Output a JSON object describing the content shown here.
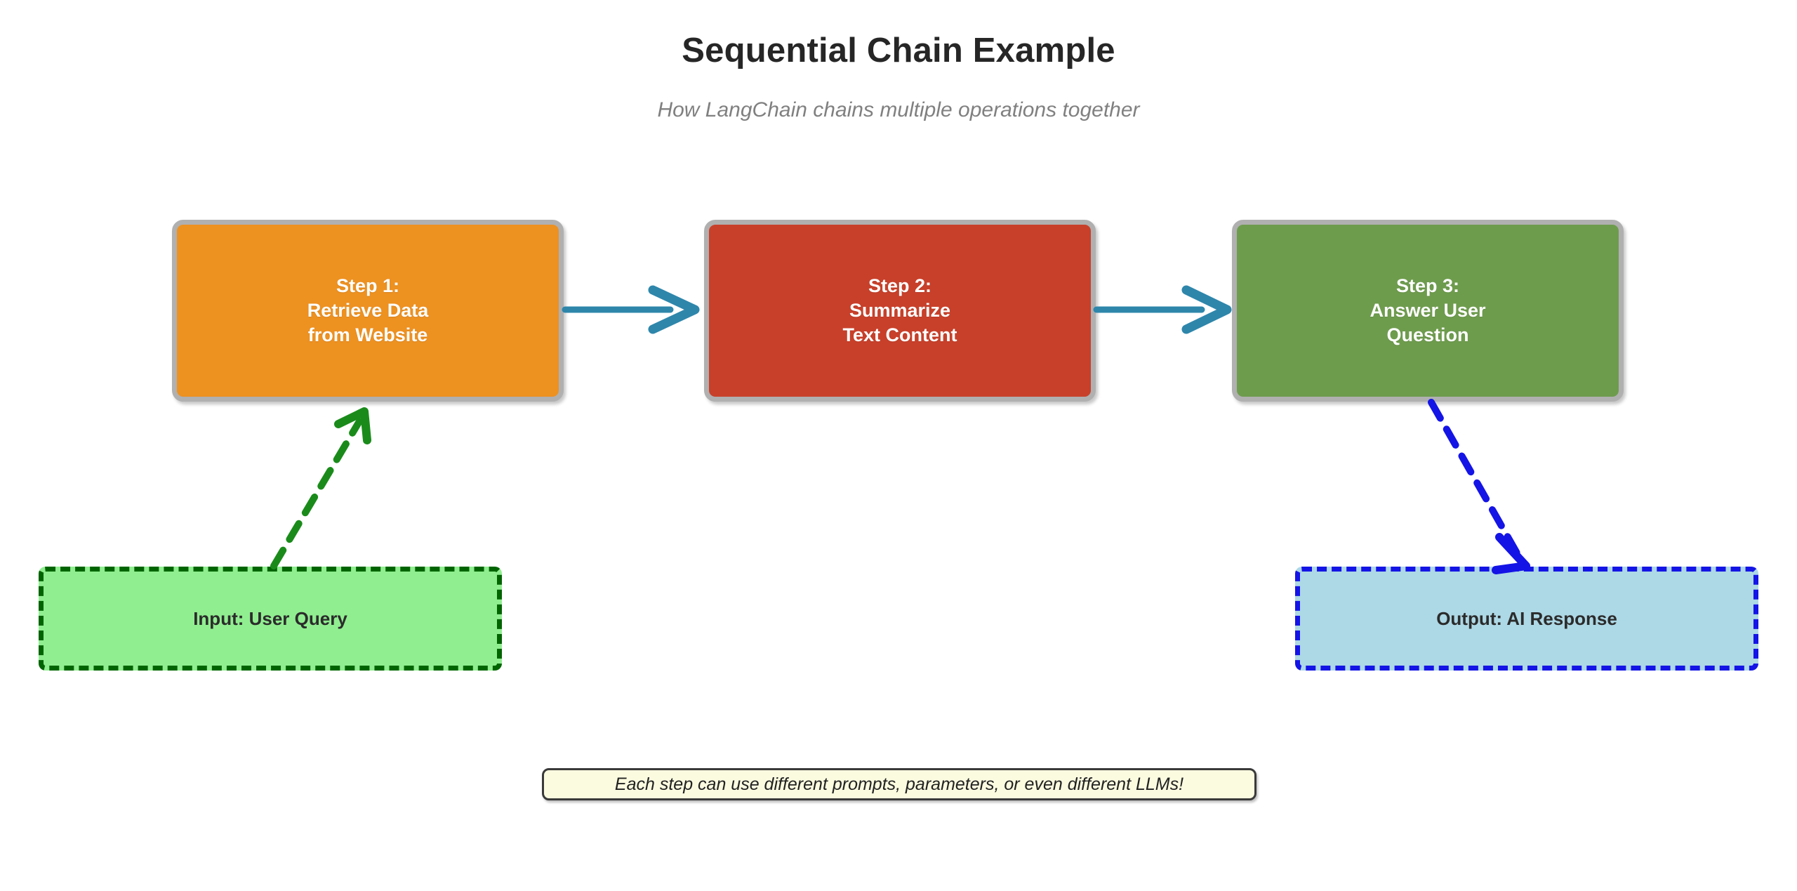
{
  "header": {
    "title": "Sequential Chain Example",
    "subtitle": "How LangChain chains multiple operations together"
  },
  "diagram": {
    "type": "flowchart",
    "orientation": "left-to-right",
    "steps": [
      {
        "id": "step-1",
        "label": "Step 1:\nRetrieve Data\nfrom Website",
        "color": "#ED9121",
        "border_color": "#B0B0B0",
        "text_color": "#FFFFFF"
      },
      {
        "id": "step-2",
        "label": "Step 2:\nSummarize\nText Content",
        "color": "#C8402A",
        "border_color": "#B0B0B0",
        "text_color": "#FFFFFF"
      },
      {
        "id": "step-3",
        "label": "Step 3:\nAnswer User\nQuestion",
        "color": "#6E9C4D",
        "border_color": "#B0B0B0",
        "text_color": "#FFFFFF"
      }
    ],
    "input": {
      "id": "input-box",
      "label": "Input: User Query",
      "color": "#90EE90",
      "border_color": "#006400",
      "border_style": "dashed"
    },
    "output": {
      "id": "output-box",
      "label": "Output: AI Response",
      "color": "#ADD8E6",
      "border_color": "#1414E6",
      "border_style": "dashed"
    },
    "connectors": [
      {
        "id": "arrow-step1-to-step2",
        "from": "step-1",
        "to": "step-2",
        "style": "solid",
        "color": "#2E86AB"
      },
      {
        "id": "arrow-step2-to-step3",
        "from": "step-2",
        "to": "step-3",
        "style": "solid",
        "color": "#2E86AB"
      },
      {
        "id": "arrow-input-to-step1",
        "from": "input-box",
        "to": "step-1",
        "style": "dashed",
        "color": "#1A8B1A"
      },
      {
        "id": "arrow-step3-to-output",
        "from": "step-3",
        "to": "output-box",
        "style": "dashed",
        "color": "#1414E6"
      }
    ]
  },
  "footer": {
    "note": "Each step can use different prompts, parameters, or even different LLMs!",
    "background": "#FBFBE0",
    "border_color": "#3A3A3A"
  }
}
